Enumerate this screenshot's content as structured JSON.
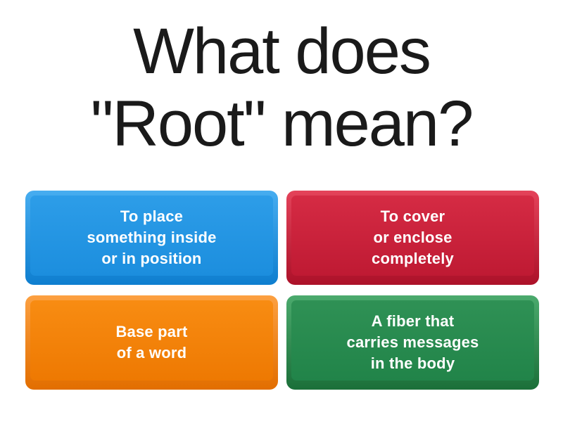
{
  "page": {
    "background": "#FFFFFF"
  },
  "question": {
    "title": "What does\n\"Root\" mean?",
    "color": "#1A1A1A"
  },
  "answer_text_color": "#FFFFFF",
  "answers": [
    {
      "position": "top-left",
      "color_name": "blue",
      "text": "To place\nsomething inside\nor in position",
      "colors": {
        "rim_top": "#47ADF0",
        "rim_bottom": "#0E7ECF",
        "face_top": "#2D9DE8",
        "face_bottom": "#1C8EDE"
      }
    },
    {
      "position": "top-right",
      "color_name": "red",
      "text": "To cover\nor enclose\ncompletely",
      "colors": {
        "rim_top": "#E4435A",
        "rim_bottom": "#AC1129",
        "face_top": "#D52B44",
        "face_bottom": "#BF1A33"
      }
    },
    {
      "position": "bottom-left",
      "color_name": "orange",
      "text": "Base part\nof a word",
      "colors": {
        "rim_top": "#FCA041",
        "rim_bottom": "#E26E00",
        "face_top": "#F88C12",
        "face_bottom": "#EE7902"
      }
    },
    {
      "position": "bottom-right",
      "color_name": "green",
      "text": "A fiber that\ncarries messages\nin the body",
      "colors": {
        "rim_top": "#4BAA6D",
        "rim_bottom": "#1B6F39",
        "face_top": "#2F9155",
        "face_bottom": "#218449"
      }
    }
  ]
}
